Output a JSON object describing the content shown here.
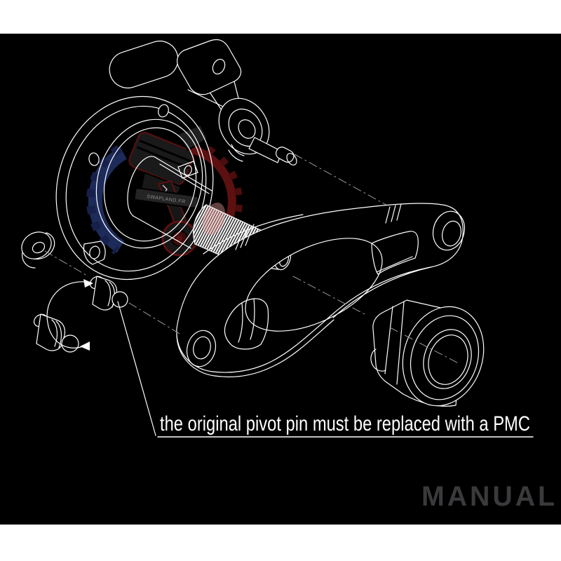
{
  "page": {
    "background": "#ffffff",
    "panel_background": "#000000"
  },
  "annotation": {
    "text": "the original pivot pin must be replaced with a PMC",
    "color": "#ffffff"
  },
  "corner_watermark": {
    "text": "MANUAL",
    "color": "#3a3a3c"
  },
  "logo_watermark": {
    "text": "SWAPLAND.FR",
    "colors": {
      "body": "#1a1a1a",
      "red": "#5c1010",
      "blue": "#1d2b5a",
      "text": "#8f8f8f"
    }
  },
  "diagram": {
    "line_color": "#ffffff",
    "centerline_color": "#999999",
    "parts": [
      {
        "id": "slave-cylinder"
      },
      {
        "id": "guide-flange"
      },
      {
        "id": "splined-shaft"
      },
      {
        "id": "release-fork"
      },
      {
        "id": "release-bearing"
      },
      {
        "id": "washer-bushing"
      },
      {
        "id": "pmc-pivot-pin"
      },
      {
        "id": "original-pivot-pin"
      }
    ]
  }
}
